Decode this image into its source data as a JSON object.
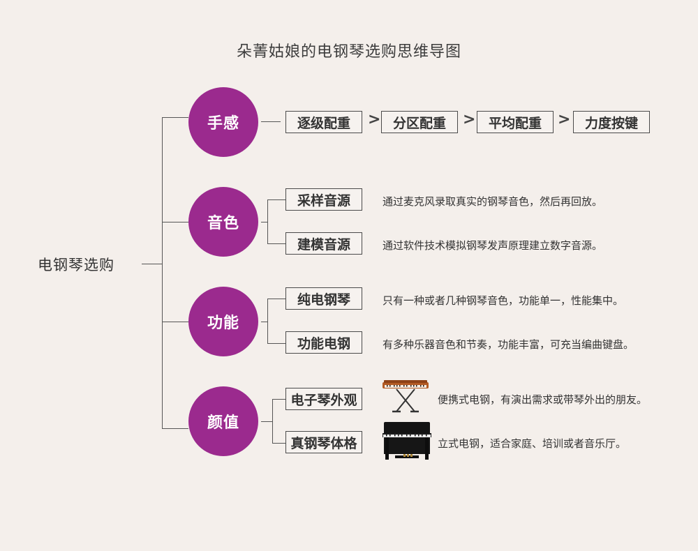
{
  "title": "朵菁姑娘的电钢琴选购思维导图",
  "root": "电钢琴选购",
  "colors": {
    "circle": "#9b2a8e",
    "background": "#f4efeb"
  },
  "branches": [
    {
      "label": "手感",
      "steps": [
        "逐级配重",
        "分区配重",
        "平均配重",
        "力度按键"
      ],
      "separator": ">"
    },
    {
      "label": "音色",
      "items": [
        {
          "label": "采样音源",
          "desc": "通过麦克风录取真实的钢琴音色，然后再回放。"
        },
        {
          "label": "建模音源",
          "desc": "通过软件技术模拟钢琴发声原理建立数字音源。"
        }
      ]
    },
    {
      "label": "功能",
      "items": [
        {
          "label": "纯电钢琴",
          "desc": "只有一种或者几种钢琴音色，功能单一，性能集中。"
        },
        {
          "label": "功能电钢",
          "desc": "有多种乐器音色和节奏，功能丰富，可充当编曲键盘。"
        }
      ]
    },
    {
      "label": "颜值",
      "items": [
        {
          "label": "电子琴外观",
          "desc": "便携式电钢，有演出需求或带琴外出的朋友。",
          "image": "portable-keyboard-on-stand-image"
        },
        {
          "label": "真钢琴体格",
          "desc": "立式电钢，适合家庭、培训或者音乐厅。",
          "image": "upright-digital-piano-image"
        }
      ]
    }
  ]
}
